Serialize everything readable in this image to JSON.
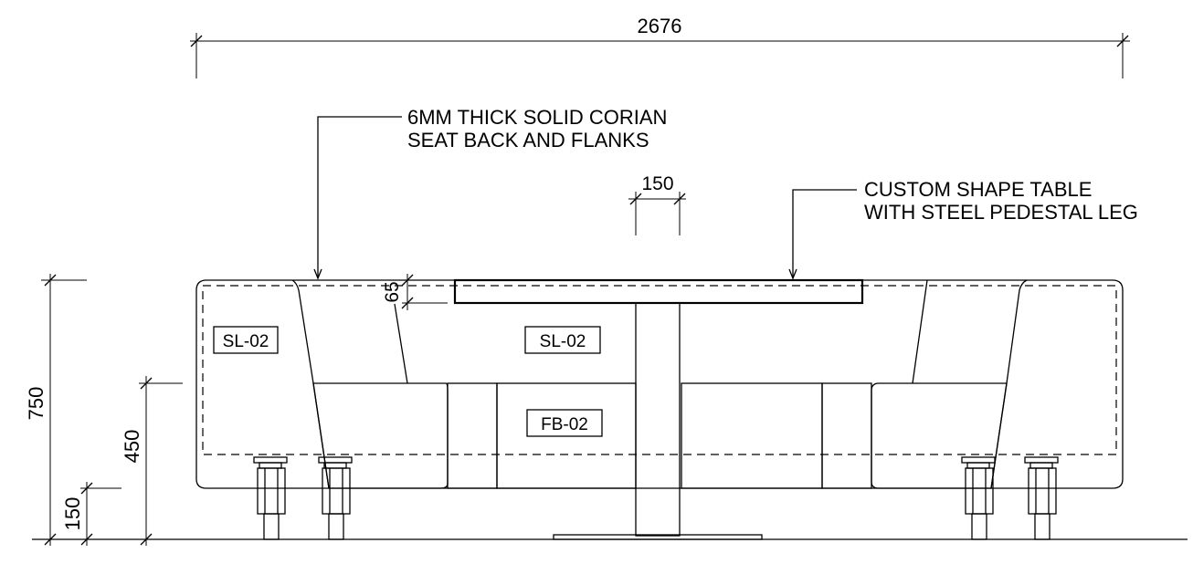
{
  "dimensions": {
    "overall_width": "2676",
    "leg_width": "150",
    "table_thickness": "65",
    "overall_height": "750",
    "seat_height": "450",
    "plinth_height": "150"
  },
  "notes": {
    "seat_back": [
      "6MM THICK SOLID CORIAN",
      "SEAT BACK AND FLANKS"
    ],
    "table": [
      "CUSTOM SHAPE TABLE",
      "WITH STEEL PEDESTAL LEG"
    ]
  },
  "material_tags": {
    "left_back": "SL-02",
    "center_back": "SL-02",
    "seat": "FB-02"
  }
}
